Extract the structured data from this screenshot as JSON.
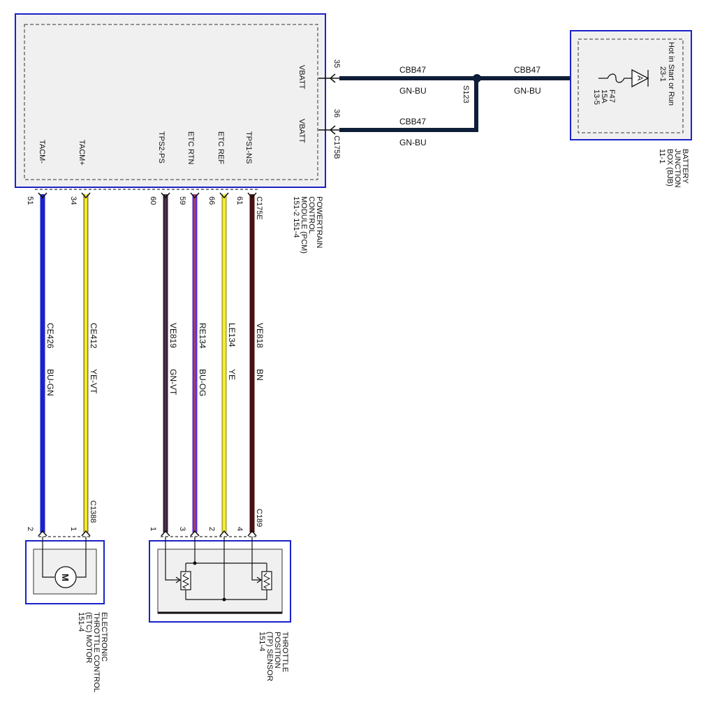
{
  "pcm": {
    "pins": {
      "tacm_minus": "TACM-",
      "tacm_plus": "TACM+",
      "tps2_ps": "TPS2-PS",
      "etc_rtn": "ETC RTN",
      "etc_ref": "ETC REF",
      "tps1_ns": "TPS1-NS",
      "vbatt_1": "VBATT",
      "vbatt_2": "VBATT"
    },
    "caption": [
      "POWERTRAIN",
      "CONTROL",
      "MODULE (PCM)",
      "151-2  151-4"
    ],
    "connector_top": "C175E",
    "connector_right": "C175B"
  },
  "pin_numbers": {
    "p51": "51",
    "p34": "34",
    "p60": "60",
    "p59": "59",
    "p66": "66",
    "p61": "61",
    "p35": "35",
    "p36": "36"
  },
  "wires": {
    "w1": {
      "circuit": "CE426",
      "color": "BU-GN",
      "hex": "#1a22c8"
    },
    "w2": {
      "circuit": "CE412",
      "color": "YE-VT",
      "hex": "#f2ea2a"
    },
    "w3": {
      "circuit": "VE819",
      "color": "GN-VT",
      "hex": "#3a1a3c"
    },
    "w4": {
      "circuit": "RE134",
      "color": "BU-OG",
      "hex": "#5a2fd8"
    },
    "w5": {
      "circuit": "LE134",
      "color": "YE",
      "hex": "#f5ee30"
    },
    "w6": {
      "circuit": "VE818",
      "color": "BN",
      "hex": "#4a1010"
    },
    "batt1": {
      "circuit": "CBB47",
      "color": "GN-BU",
      "hex": "#0f1e38"
    },
    "batt2": {
      "circuit": "CBB47",
      "color": "GN-BU",
      "hex": "#0f1e38"
    },
    "batt3": {
      "circuit": "CBB47",
      "color": "GN-BU",
      "hex": "#0f1e38"
    }
  },
  "splice": "S123",
  "bjb": {
    "caption": [
      "BATTERY",
      "JUNCTION",
      "BOX (BJB)",
      "11-1"
    ],
    "label_hot": "Hot in Start or Run",
    "label_hot_ref": "23-1",
    "fuse": [
      "F47",
      "15A",
      "13-5"
    ],
    "ground_symbol": "A"
  },
  "etc_motor": {
    "caption": [
      "ELECTRONIC",
      "THROTTLE CONTROL",
      "(ETC) MOTOR",
      "151-4"
    ],
    "connector": "C1388",
    "pin_left": "2",
    "pin_right": "1",
    "motor_symbol": "M"
  },
  "tp_sensor": {
    "caption": [
      "THROTTLE",
      "POSITION",
      "(TP) SENSOR",
      "151-4"
    ],
    "connector": "C189",
    "pins": [
      "1",
      "3",
      "2",
      "4"
    ]
  },
  "colors": {
    "module_border": "#1a22c8",
    "module_fill": "#f0f0f0",
    "wire_dark": "#0f1e38"
  }
}
